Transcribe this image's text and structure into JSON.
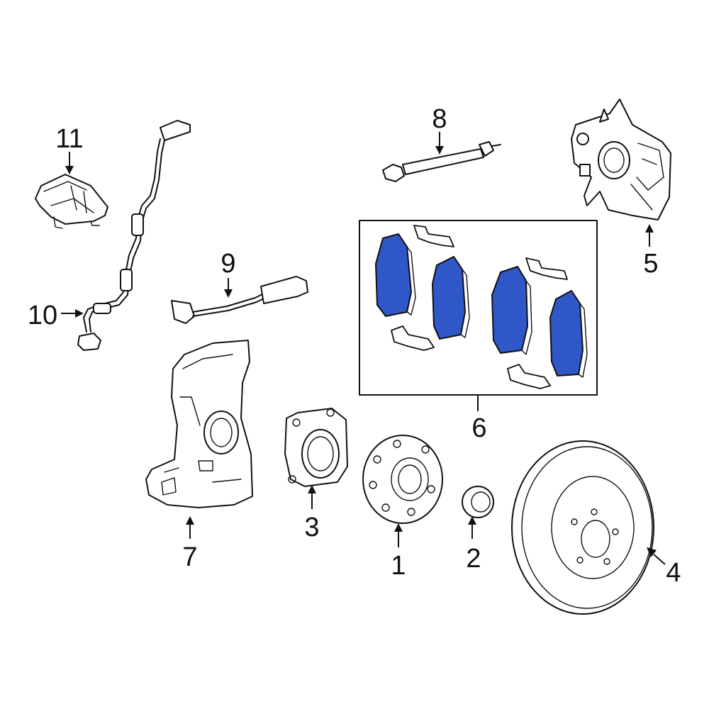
{
  "diagram": {
    "pad_color": "#2f57c7",
    "callouts": [
      {
        "id": "c1",
        "label": "1"
      },
      {
        "id": "c2",
        "label": "2"
      },
      {
        "id": "c3",
        "label": "3"
      },
      {
        "id": "c4",
        "label": "4"
      },
      {
        "id": "c5",
        "label": "5"
      },
      {
        "id": "c6",
        "label": "6"
      },
      {
        "id": "c7",
        "label": "7"
      },
      {
        "id": "c8",
        "label": "8"
      },
      {
        "id": "c9",
        "label": "9"
      },
      {
        "id": "c10",
        "label": "10"
      },
      {
        "id": "c11",
        "label": "11"
      }
    ]
  }
}
